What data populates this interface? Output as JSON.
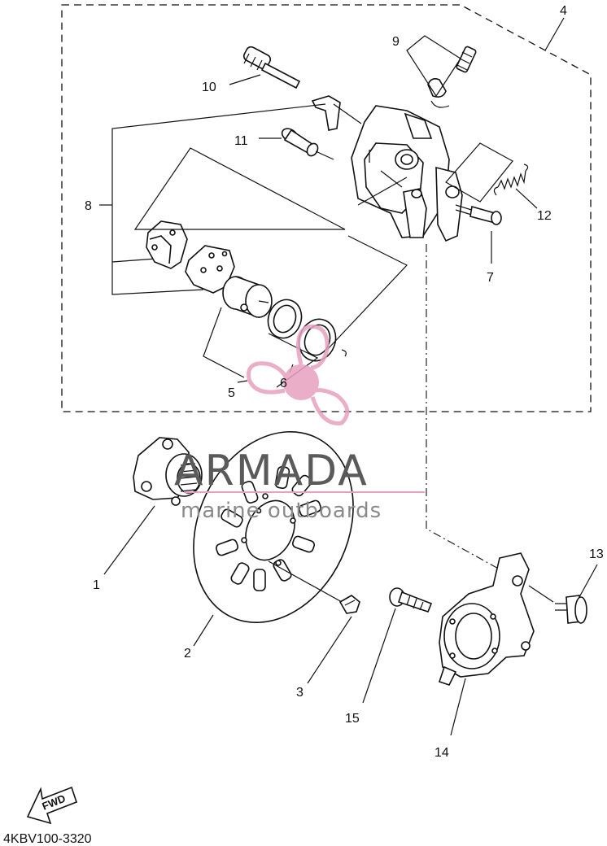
{
  "diagram": {
    "callouts": [
      {
        "id": "1",
        "label": "1"
      },
      {
        "id": "2",
        "label": "2"
      },
      {
        "id": "3",
        "label": "3"
      },
      {
        "id": "4",
        "label": "4"
      },
      {
        "id": "5",
        "label": "5"
      },
      {
        "id": "6",
        "label": "6"
      },
      {
        "id": "7",
        "label": "7"
      },
      {
        "id": "8",
        "label": "8"
      },
      {
        "id": "9",
        "label": "9"
      },
      {
        "id": "10",
        "label": "10"
      },
      {
        "id": "11",
        "label": "11"
      },
      {
        "id": "12",
        "label": "12"
      },
      {
        "id": "13",
        "label": "13"
      },
      {
        "id": "14",
        "label": "14"
      },
      {
        "id": "15",
        "label": "15"
      }
    ],
    "fwd_label": "FWD",
    "drawing_code": "4KBV100-3320"
  },
  "watermark": {
    "brand": "ARMADA",
    "tagline": "marine outboards",
    "logo_color": "#e8a0c0",
    "text_color": "#5a5a5a"
  }
}
